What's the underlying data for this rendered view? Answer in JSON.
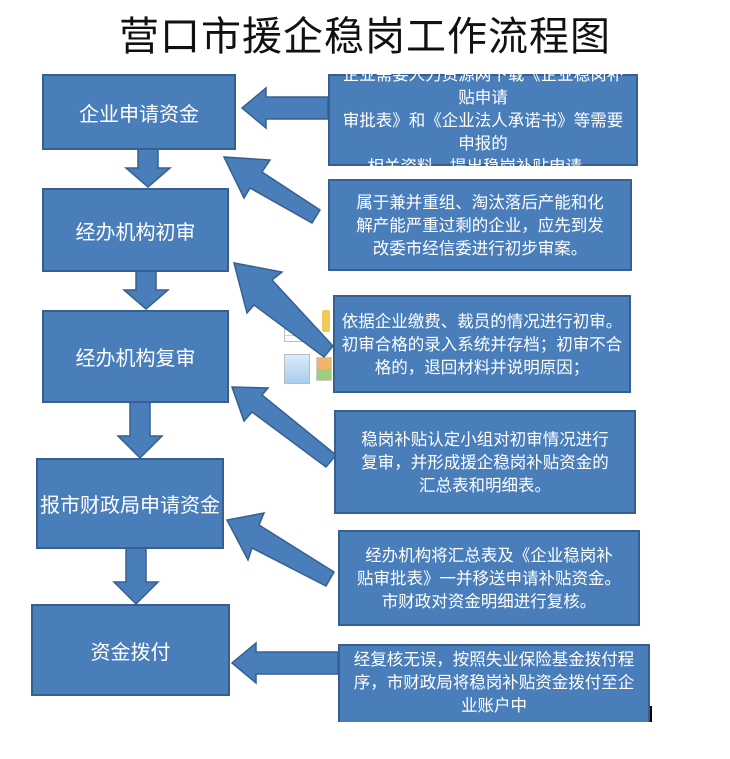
{
  "title": "营口市援企稳岗工作流程图",
  "colors": {
    "box_fill": "#4a7ebb",
    "box_border": "#35608f",
    "text": "#ffffff"
  },
  "steps": [
    {
      "label": "企业申请资金"
    },
    {
      "label": "经办机构初审"
    },
    {
      "label": "经办机构复审"
    },
    {
      "label": "报市财政局申请资金"
    },
    {
      "label": "资金拨付"
    }
  ],
  "notes": [
    {
      "lines": [
        "企业需要人力资源网下载《企业稳岗补贴申请",
        "审批表》和《企业法人承诺书》等需要申报的",
        "相关资料，提出稳岗补贴申请。"
      ]
    },
    {
      "lines": [
        "属于兼并重组、淘汰落后产能和化",
        "解产能严重过剩的企业，应先到发",
        "改委市经信委进行初步审案。"
      ]
    },
    {
      "lines": [
        "依据企业缴费、裁员的情况进行初审。",
        "初审合格的录入系统并存档；初审不合",
        "格的，退回材料并说明原因；"
      ]
    },
    {
      "lines": [
        "稳岗补贴认定小组对初审情况进行",
        "复审，并形成援企稳岗补贴资金的",
        "汇总表和明细表。"
      ]
    },
    {
      "lines": [
        "经办机构将汇总表及《企业稳岗补",
        "贴审批表》一并移送申请补贴资金。",
        "市财政对资金明细进行复核。"
      ]
    },
    {
      "lines": [
        "经复核无误，按照失业保险基金拨付程",
        "序，市财政局将稳岗补贴资金拨付至企",
        "业账户中"
      ]
    }
  ]
}
